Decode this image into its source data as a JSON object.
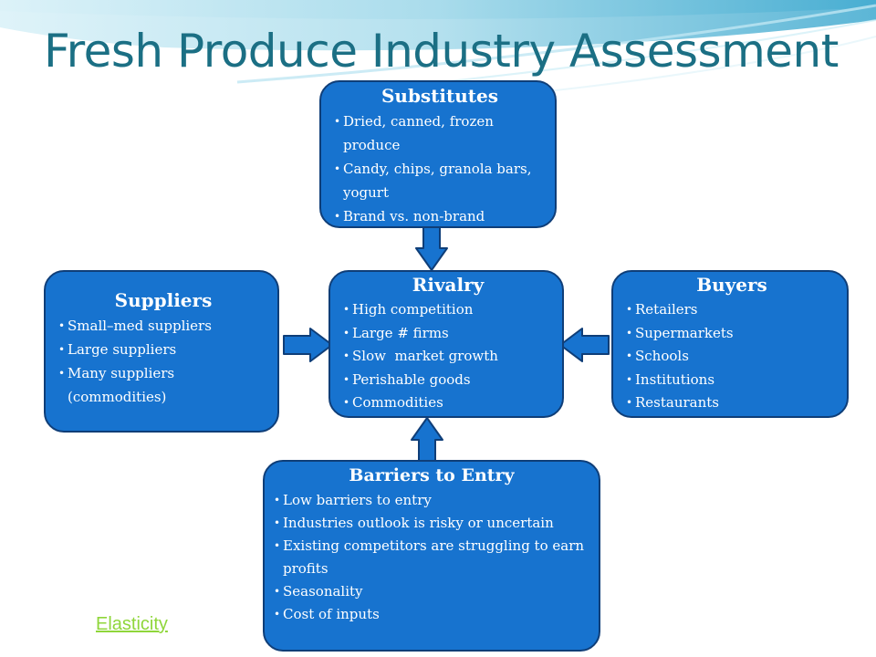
{
  "slide": {
    "title": "Fresh Produce Industry Assessment"
  },
  "boxes": {
    "substitutes": {
      "title": "Substitutes",
      "items": [
        "Dried, canned, frozen produce",
        "Candy, chips, granola bars, yogurt",
        "Brand vs. non-brand"
      ]
    },
    "rivalry": {
      "title": "Rivalry",
      "items": [
        "High competition",
        "Large # firms",
        "Slow  market growth",
        "Perishable goods",
        "Commodities"
      ]
    },
    "suppliers": {
      "title": "Suppliers",
      "items": [
        "Small–med suppliers",
        "Large suppliers",
        "Many suppliers (commodities)"
      ]
    },
    "buyers": {
      "title": "Buyers",
      "items": [
        "Retailers",
        "Supermarkets",
        "Schools",
        "Institutions",
        "Restaurants"
      ]
    },
    "barriers": {
      "title": "Barriers to Entry",
      "items": [
        "Low barriers to entry",
        "Industries outlook is risky or uncertain",
        "Existing competitors are struggling to earn profits",
        "Seasonality",
        "Cost of inputs"
      ]
    }
  },
  "link": {
    "label": "Elasticity"
  },
  "colors": {
    "box_fill": "#1773cf",
    "box_border": "#0f3e78",
    "title_text": "#1b6f84",
    "link_text": "#8fd63a"
  }
}
